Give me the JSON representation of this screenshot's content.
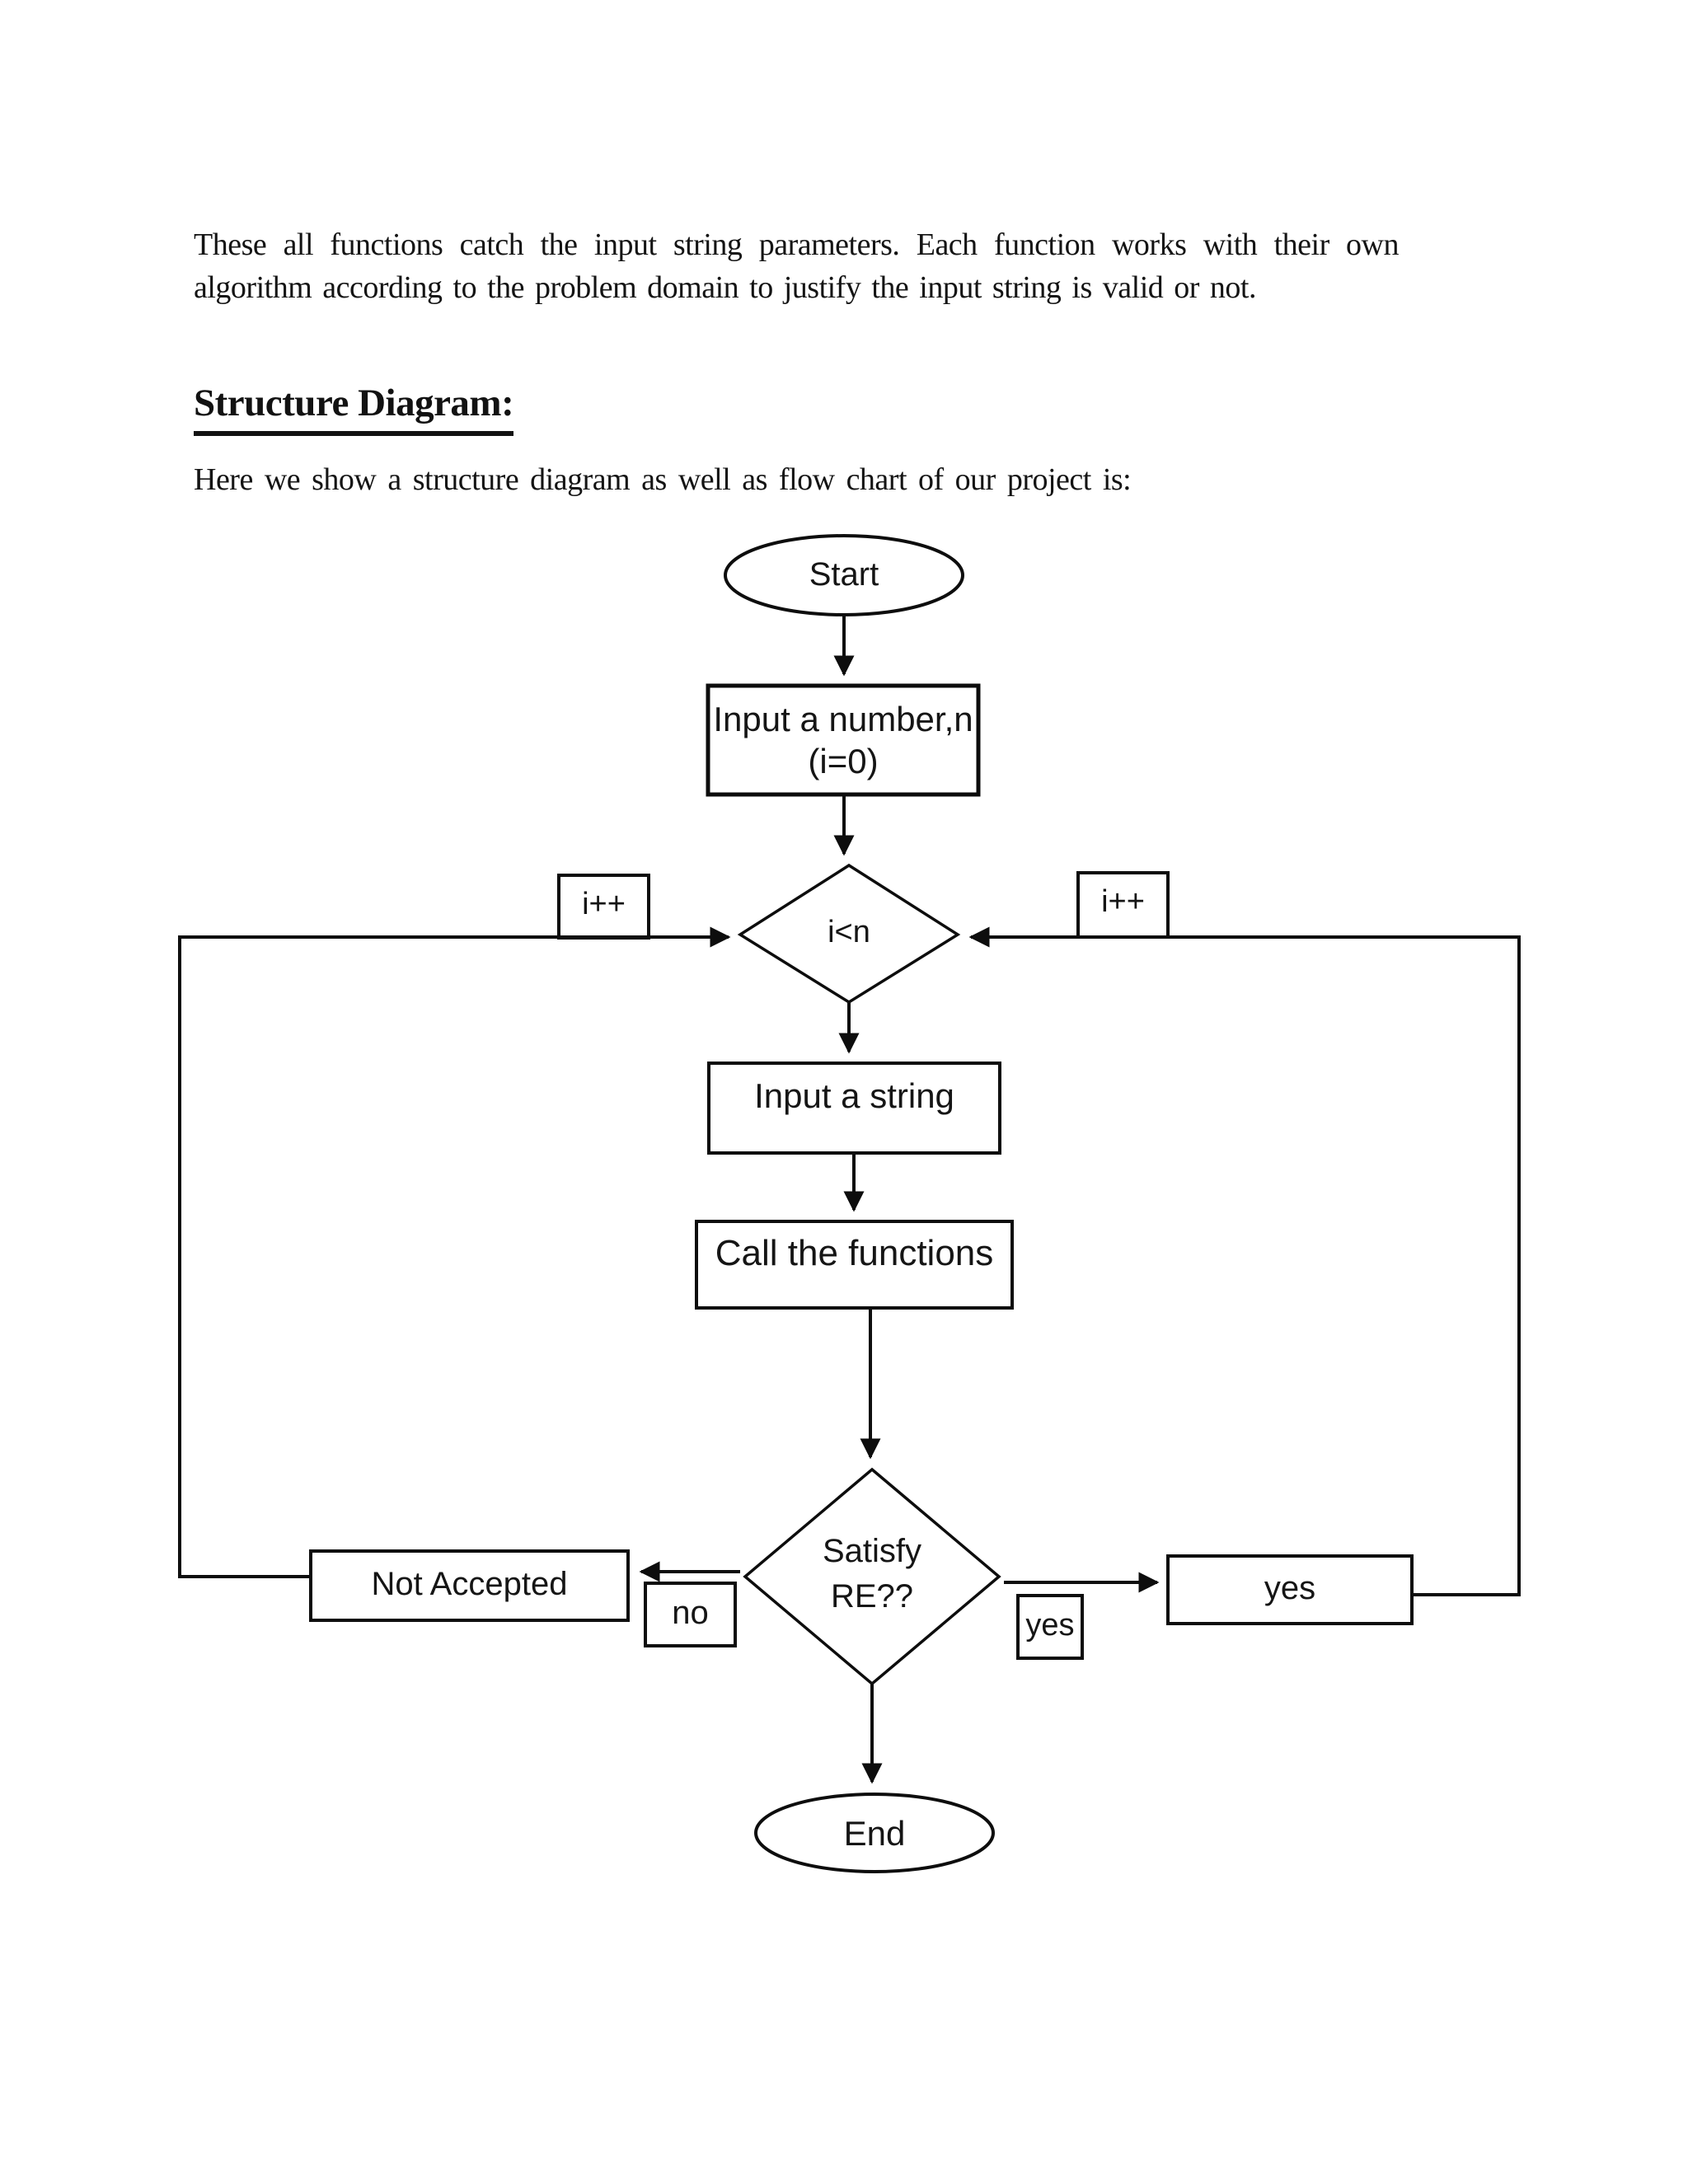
{
  "document": {
    "intro_line1": "These all functions catch the input string parameters. Each function works with their own",
    "intro_line2": "algorithm according to the problem domain to justify the input string is valid or not.",
    "heading": "Structure Diagram:",
    "subtitle": "Here we show a structure diagram as well as flow chart of our project is:"
  },
  "flowchart": {
    "start_label": "Start",
    "input_number_line1": "Input a number,n",
    "input_number_line2": "(i=0)",
    "loop_condition_label": "i<n",
    "increment_left_label": "i++",
    "increment_right_label": "i++",
    "input_string_label": "Input a string",
    "call_functions_label": "Call the functions",
    "satisfy_line1": "Satisfy",
    "satisfy_line2": "RE??",
    "not_accepted_label": "Not Accepted",
    "no_label": "no",
    "yes_edge_label": "yes",
    "yes_box_label": "yes",
    "end_label": "End"
  },
  "colors": {
    "ink": "#0d0d0d",
    "paper": "#ffffff"
  }
}
